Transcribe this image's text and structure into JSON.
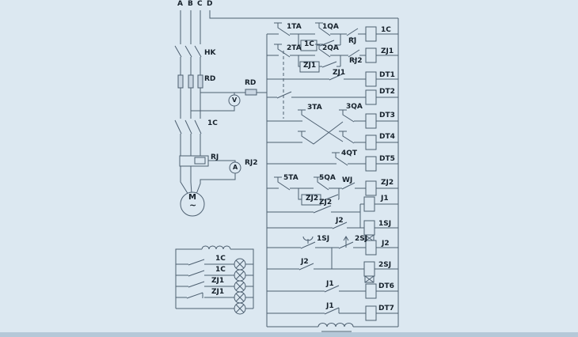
{
  "labels": {
    "phase_a": "A",
    "phase_b": "B",
    "phase_c": "C",
    "phase_d": "D",
    "hk": "HK",
    "rd": "RD",
    "c1": "1C",
    "rj": "RJ",
    "rj2": "RJ2",
    "v": "V",
    "amp": "A",
    "m": "M",
    "tilde": "~",
    "ta1": "1TA",
    "qa1": "1QA",
    "ta2": "2TA",
    "qa2": "2QA",
    "zj1": "ZJ1",
    "zj2": "ZJ2",
    "wj": "WJ",
    "dt1": "DT1",
    "dt2": "DT2",
    "dt3": "DT3",
    "dt4": "DT4",
    "dt5": "DT5",
    "dt6": "DT6",
    "dt7": "DT7",
    "ta3": "3TA",
    "qa3": "3QA",
    "qt4": "4QT",
    "ta5": "5TA",
    "qa5": "5QA",
    "j1": "J1",
    "j2": "J2",
    "sj1": "1SJ",
    "sj2": "2SJ"
  },
  "colors": {
    "background": "#dce8f1",
    "line": "#4d5f70",
    "text": "#16212b",
    "bottom_edge": "#b5c8d8"
  }
}
